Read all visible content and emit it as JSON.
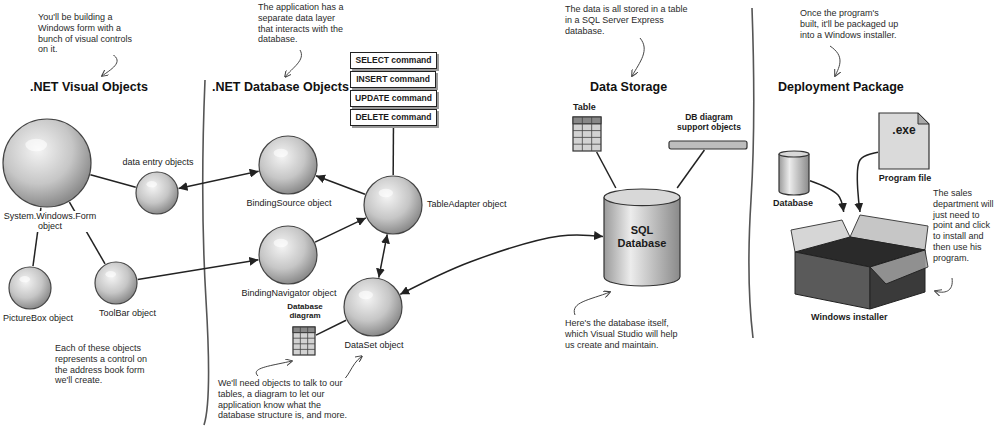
{
  "diagram": {
    "nodes": [
      {
        "text": [
          "System.Windows.Form object"
        ]
      },
      {
        "text": [
          "data entry objects"
        ]
      },
      {
        "text": [
          "PictureBox object"
        ]
      },
      {
        "text": [
          "ToolBar object"
        ]
      },
      {
        "text": [
          "SELECT command"
        ]
      },
      {
        "text": [
          "INSERT command"
        ]
      },
      {
        "text": [
          "UPDATE command"
        ]
      },
      {
        "text": [
          "DELETE command"
        ]
      },
      {
        "text": [
          "BindingSource object"
        ]
      },
      {
        "text": [
          "TableAdapter object"
        ]
      },
      {
        "text": [
          "BindingNavigator object"
        ]
      },
      {
        "text": [
          "Database diagram"
        ]
      },
      {
        "text": [
          "DataSet object"
        ]
      },
      {
        "text": [
          "Table"
        ]
      },
      {
        "text": [
          "DB diagram support objects"
        ]
      },
      {
        "text": [
          "SQL Database"
        ]
      },
      {
        "text": [
          "Database"
        ]
      },
      {
        "text": [
          ".exe",
          "Program file"
        ]
      },
      {
        "text": [
          "Windows installer"
        ]
      }
    ],
    "edges": [
      {
        "from": 0,
        "to": 1,
        "arrow": "none"
      },
      {
        "from": 0,
        "to": 2,
        "arrow": "none"
      },
      {
        "from": 0,
        "to": 3,
        "arrow": "none"
      },
      {
        "from": 1,
        "to": 8,
        "arrow": "both"
      },
      {
        "from": 3,
        "to": 10,
        "arrow": "to"
      },
      {
        "from": 9,
        "to": 8,
        "arrow": "to"
      },
      {
        "from": 10,
        "to": 9,
        "arrow": "to"
      },
      {
        "from": 7,
        "to": 9,
        "arrow": "none"
      },
      {
        "from": 9,
        "to": 12,
        "arrow": "both"
      },
      {
        "from": 11,
        "to": 12,
        "arrow": "none"
      },
      {
        "from": 12,
        "to": 15,
        "arrow": "both"
      },
      {
        "from": 13,
        "to": 15,
        "arrow": "none"
      },
      {
        "from": 14,
        "to": 15,
        "arrow": "none"
      },
      {
        "from": 16,
        "to": 18,
        "arrow": "to"
      },
      {
        "from": 17,
        "to": 18,
        "arrow": "to"
      }
    ],
    "labels": [
      "You'll be building a Windows form with a bunch of visual controls on it.",
      "The application has a separate data layer that interacts with the database.",
      "The data is all stored in a table in a SQL Server Express database.",
      "Once the program's built, it'll be packaged up into a Windows installer.",
      ".NET Visual Objects",
      ".NET Database Objects",
      "Data Storage",
      "Deployment Package",
      "Each of these objects represents a control on the address book form we'll create.",
      "We'll need objects to talk to our tables, a diagram to let our application know what the database structure is, and more.",
      "Here's the database itself, which Visual Studio will help us create and maintain.",
      "The sales department will just need to point and click to install and then use his program."
    ]
  }
}
